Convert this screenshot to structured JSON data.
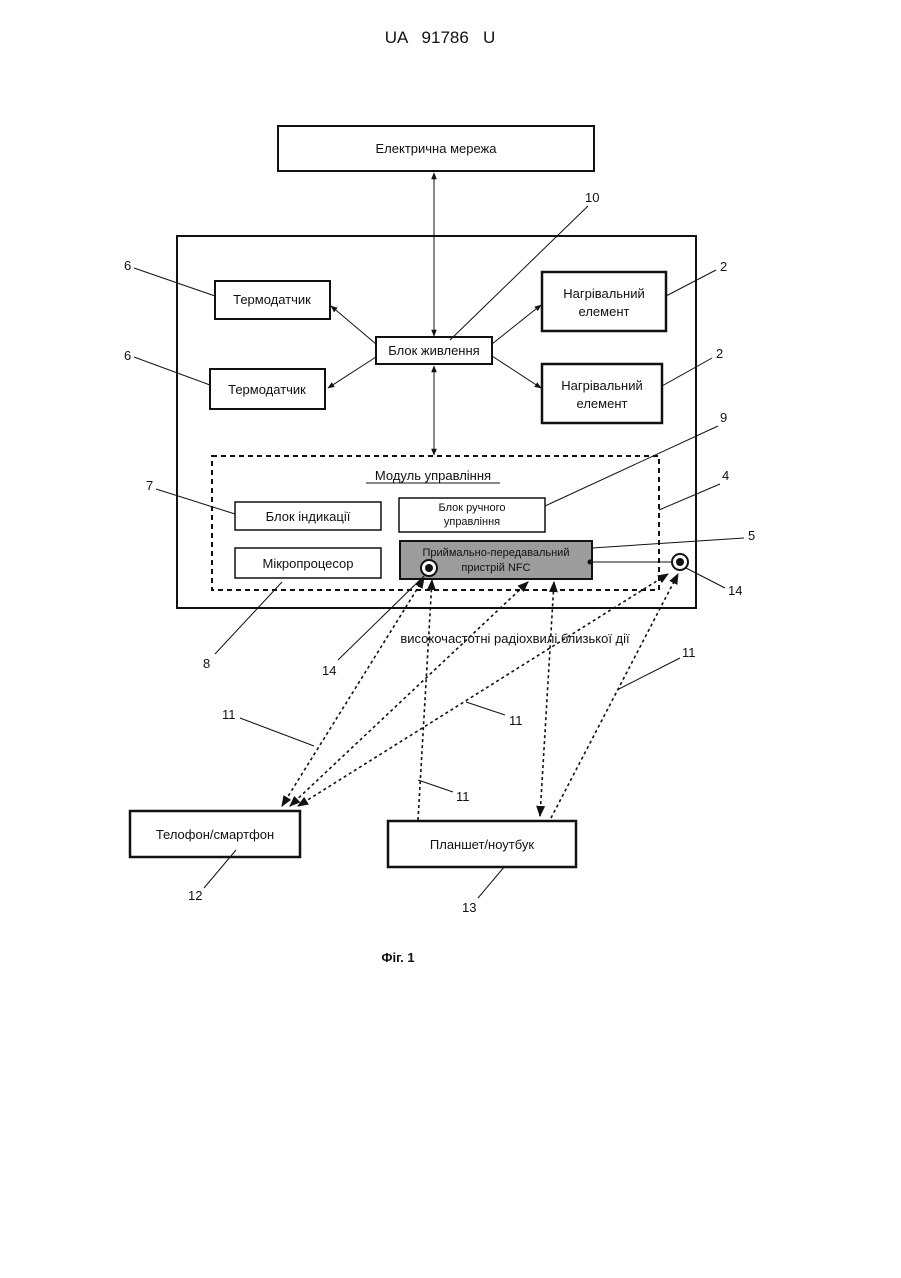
{
  "header": {
    "patent_number": "UA   91786   U"
  },
  "figure_caption": "Фіг. 1",
  "blocks": {
    "power_grid": "Електрична мережа",
    "power_unit": "Блок живлення",
    "thermo_sensor_1": "Термодатчик",
    "thermo_sensor_2": "Термодатчик",
    "heater_1_line1": "Нагрівальний",
    "heater_1_line2": "елемент",
    "heater_2_line1": "Нагрівальний",
    "heater_2_line2": "елемент",
    "control_module": "Модуль управління",
    "indication_unit": "Блок індикації",
    "manual_control_line1": "Блок ручного",
    "manual_control_line2": "управління",
    "microprocessor": "Мікропроцесор",
    "nfc_line1": "Приймально-передавальний",
    "nfc_line2": "пристрій NFC",
    "radio_waves": "високочастотні радіохвилі близької дії",
    "phone": "Телофон/смартфон",
    "tablet": "Планшет/ноутбук"
  },
  "refs": {
    "r10": "10",
    "r6a": "6",
    "r6b": "6",
    "r2a": "2",
    "r2b": "2",
    "r9": "9",
    "r7": "7",
    "r4": "4",
    "r5": "5",
    "r14a": "14",
    "r14b": "14",
    "r8": "8",
    "r11a": "11",
    "r11b": "11",
    "r11c": "11",
    "r11d": "11",
    "r12": "12",
    "r13": "13"
  },
  "colors": {
    "nfc_fill": "#9c9c9c",
    "ink": "#111111"
  }
}
